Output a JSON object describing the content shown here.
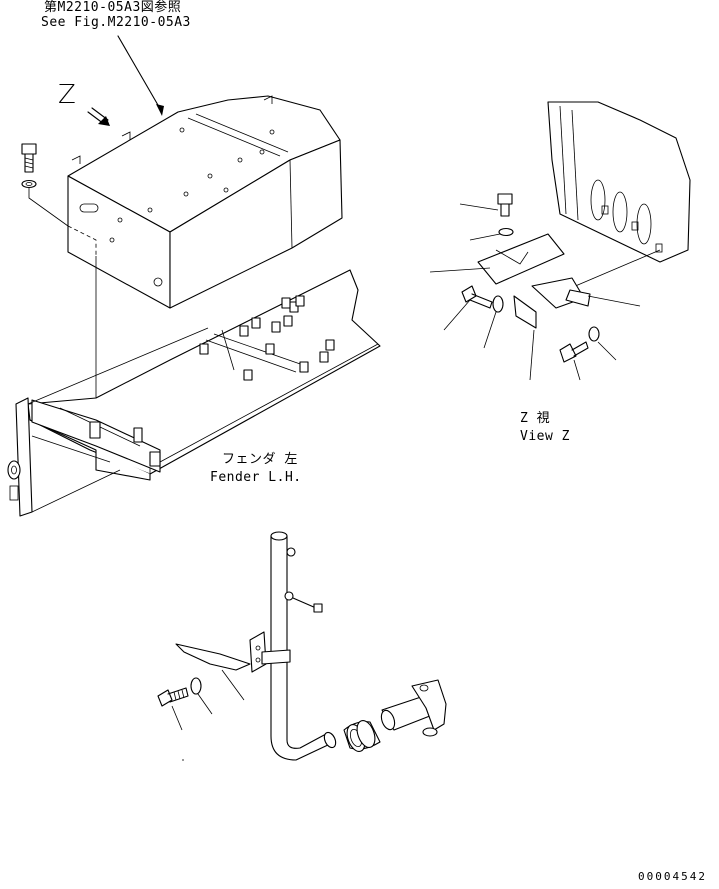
{
  "reference": {
    "line_jp": "第M2210-05A3図参照",
    "line_en": "See Fig.M2210-05A3"
  },
  "view_marker": "Z",
  "view_z": {
    "label_jp": "Z 視",
    "label_en": "View Z"
  },
  "fender": {
    "label_jp": "フェンダ 左",
    "label_en": "Fender L.H."
  },
  "drawing_number": "00004542"
}
